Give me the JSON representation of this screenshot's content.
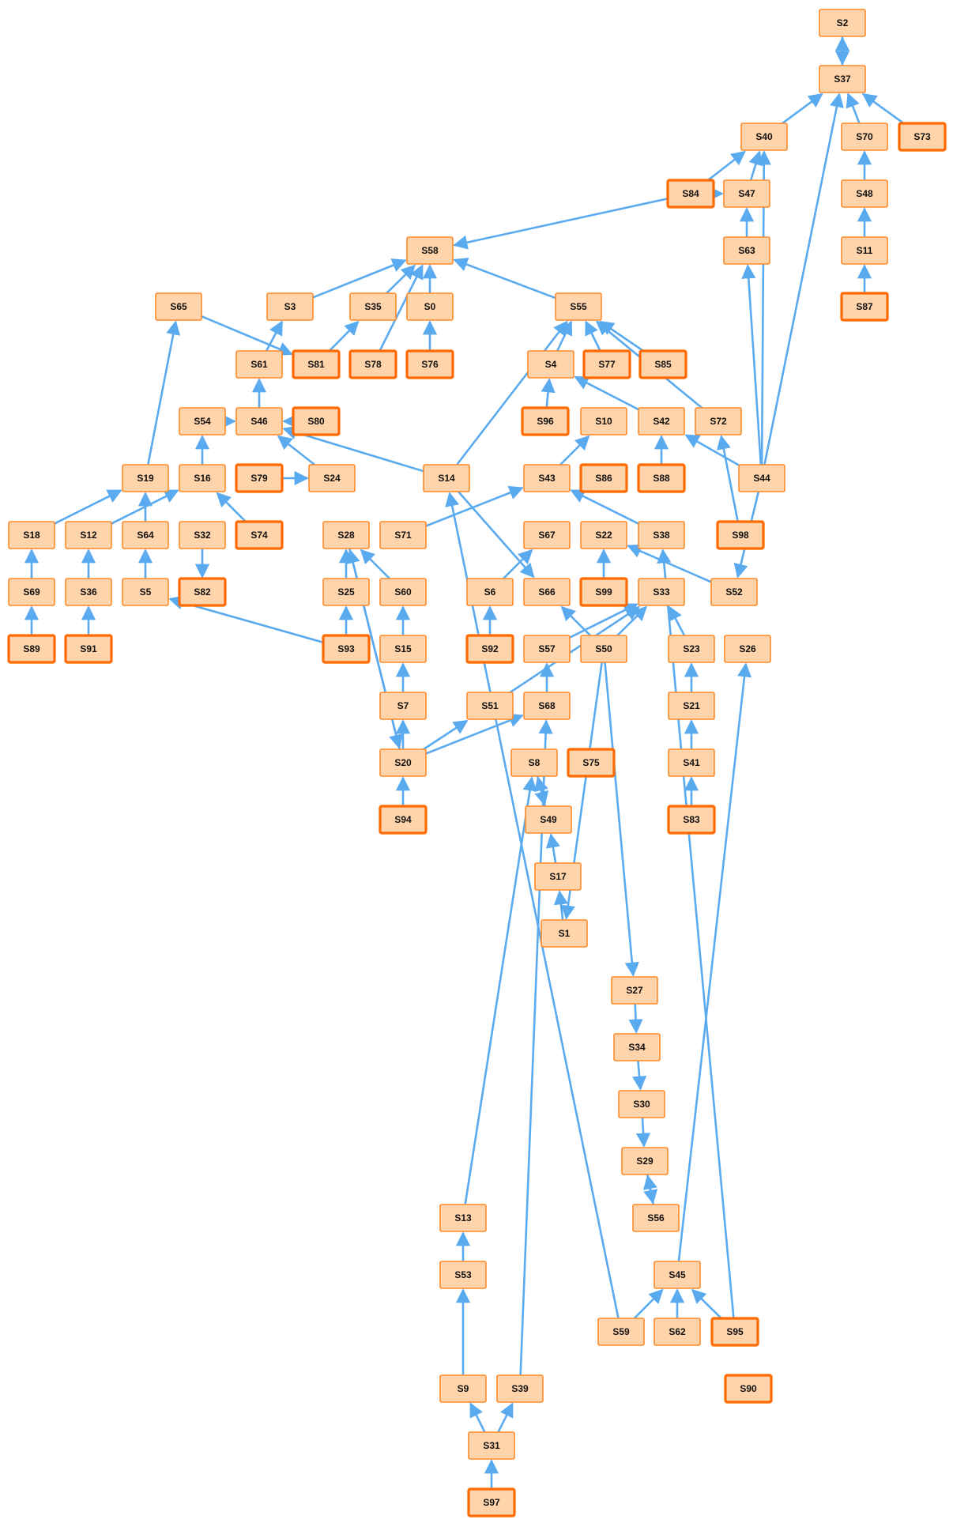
{
  "colors": {
    "node_fill": "#ffd4aa",
    "node_stroke": "#ff8a2a",
    "node_stroke_bold": "#ff6a00",
    "edge": "#5aaaf0"
  },
  "nodes": [
    {
      "id": "S0",
      "label": "S0",
      "bold": false
    },
    {
      "id": "S1",
      "label": "S1",
      "bold": false
    },
    {
      "id": "S2",
      "label": "S2",
      "bold": false
    },
    {
      "id": "S3",
      "label": "S3",
      "bold": false
    },
    {
      "id": "S4",
      "label": "S4",
      "bold": false
    },
    {
      "id": "S5",
      "label": "S5",
      "bold": false
    },
    {
      "id": "S6",
      "label": "S6",
      "bold": false
    },
    {
      "id": "S7",
      "label": "S7",
      "bold": false
    },
    {
      "id": "S8",
      "label": "S8",
      "bold": false
    },
    {
      "id": "S9",
      "label": "S9",
      "bold": false
    },
    {
      "id": "S10",
      "label": "S10",
      "bold": false
    },
    {
      "id": "S11",
      "label": "S11",
      "bold": false
    },
    {
      "id": "S12",
      "label": "S12",
      "bold": false
    },
    {
      "id": "S13",
      "label": "S13",
      "bold": false
    },
    {
      "id": "S14",
      "label": "S14",
      "bold": false
    },
    {
      "id": "S15",
      "label": "S15",
      "bold": false
    },
    {
      "id": "S16",
      "label": "S16",
      "bold": false
    },
    {
      "id": "S17",
      "label": "S17",
      "bold": false
    },
    {
      "id": "S18",
      "label": "S18",
      "bold": false
    },
    {
      "id": "S19",
      "label": "S19",
      "bold": false
    },
    {
      "id": "S20",
      "label": "S20",
      "bold": false
    },
    {
      "id": "S21",
      "label": "S21",
      "bold": false
    },
    {
      "id": "S22",
      "label": "S22",
      "bold": false
    },
    {
      "id": "S23",
      "label": "S23",
      "bold": false
    },
    {
      "id": "S24",
      "label": "S24",
      "bold": false
    },
    {
      "id": "S25",
      "label": "S25",
      "bold": false
    },
    {
      "id": "S26",
      "label": "S26",
      "bold": false
    },
    {
      "id": "S27",
      "label": "S27",
      "bold": false
    },
    {
      "id": "S28",
      "label": "S28",
      "bold": false
    },
    {
      "id": "S29",
      "label": "S29",
      "bold": false
    },
    {
      "id": "S30",
      "label": "S30",
      "bold": false
    },
    {
      "id": "S31",
      "label": "S31",
      "bold": false
    },
    {
      "id": "S32",
      "label": "S32",
      "bold": false
    },
    {
      "id": "S33",
      "label": "S33",
      "bold": false
    },
    {
      "id": "S34",
      "label": "S34",
      "bold": false
    },
    {
      "id": "S35",
      "label": "S35",
      "bold": false
    },
    {
      "id": "S36",
      "label": "S36",
      "bold": false
    },
    {
      "id": "S37",
      "label": "S37",
      "bold": false
    },
    {
      "id": "S38",
      "label": "S38",
      "bold": false
    },
    {
      "id": "S39",
      "label": "S39",
      "bold": false
    },
    {
      "id": "S40",
      "label": "S40",
      "bold": false
    },
    {
      "id": "S41",
      "label": "S41",
      "bold": false
    },
    {
      "id": "S42",
      "label": "S42",
      "bold": false
    },
    {
      "id": "S43",
      "label": "S43",
      "bold": false
    },
    {
      "id": "S44",
      "label": "S44",
      "bold": false
    },
    {
      "id": "S45",
      "label": "S45",
      "bold": false
    },
    {
      "id": "S46",
      "label": "S46",
      "bold": false
    },
    {
      "id": "S47",
      "label": "S47",
      "bold": false
    },
    {
      "id": "S48",
      "label": "S48",
      "bold": false
    },
    {
      "id": "S49",
      "label": "S49",
      "bold": false
    },
    {
      "id": "S50",
      "label": "S50",
      "bold": false
    },
    {
      "id": "S51",
      "label": "S51",
      "bold": false
    },
    {
      "id": "S52",
      "label": "S52",
      "bold": false
    },
    {
      "id": "S53",
      "label": "S53",
      "bold": false
    },
    {
      "id": "S54",
      "label": "S54",
      "bold": false
    },
    {
      "id": "S55",
      "label": "S55",
      "bold": false
    },
    {
      "id": "S56",
      "label": "S56",
      "bold": false
    },
    {
      "id": "S57",
      "label": "S57",
      "bold": false
    },
    {
      "id": "S58",
      "label": "S58",
      "bold": false
    },
    {
      "id": "S59",
      "label": "S59",
      "bold": false
    },
    {
      "id": "S60",
      "label": "S60",
      "bold": false
    },
    {
      "id": "S61",
      "label": "S61",
      "bold": false
    },
    {
      "id": "S62",
      "label": "S62",
      "bold": false
    },
    {
      "id": "S63",
      "label": "S63",
      "bold": false
    },
    {
      "id": "S64",
      "label": "S64",
      "bold": false
    },
    {
      "id": "S65",
      "label": "S65",
      "bold": false
    },
    {
      "id": "S66",
      "label": "S66",
      "bold": false
    },
    {
      "id": "S67",
      "label": "S67",
      "bold": false
    },
    {
      "id": "S68",
      "label": "S68",
      "bold": false
    },
    {
      "id": "S69",
      "label": "S69",
      "bold": false
    },
    {
      "id": "S70",
      "label": "S70",
      "bold": false
    },
    {
      "id": "S71",
      "label": "S71",
      "bold": false
    },
    {
      "id": "S72",
      "label": "S72",
      "bold": false
    },
    {
      "id": "S73",
      "label": "S73",
      "bold": true
    },
    {
      "id": "S74",
      "label": "S74",
      "bold": true
    },
    {
      "id": "S75",
      "label": "S75",
      "bold": true
    },
    {
      "id": "S76",
      "label": "S76",
      "bold": true
    },
    {
      "id": "S77",
      "label": "S77",
      "bold": true
    },
    {
      "id": "S78",
      "label": "S78",
      "bold": true
    },
    {
      "id": "S79",
      "label": "S79",
      "bold": true
    },
    {
      "id": "S80",
      "label": "S80",
      "bold": true
    },
    {
      "id": "S81",
      "label": "S81",
      "bold": true
    },
    {
      "id": "S82",
      "label": "S82",
      "bold": true
    },
    {
      "id": "S83",
      "label": "S83",
      "bold": true
    },
    {
      "id": "S84",
      "label": "S84",
      "bold": true
    },
    {
      "id": "S85",
      "label": "S85",
      "bold": true
    },
    {
      "id": "S86",
      "label": "S86",
      "bold": true
    },
    {
      "id": "S87",
      "label": "S87",
      "bold": true
    },
    {
      "id": "S88",
      "label": "S88",
      "bold": true
    },
    {
      "id": "S89",
      "label": "S89",
      "bold": true
    },
    {
      "id": "S90",
      "label": "S90",
      "bold": true
    },
    {
      "id": "S91",
      "label": "S91",
      "bold": true
    },
    {
      "id": "S92",
      "label": "S92",
      "bold": true
    },
    {
      "id": "S93",
      "label": "S93",
      "bold": true
    },
    {
      "id": "S94",
      "label": "S94",
      "bold": true
    },
    {
      "id": "S95",
      "label": "S95",
      "bold": true
    },
    {
      "id": "S96",
      "label": "S96",
      "bold": true
    },
    {
      "id": "S97",
      "label": "S97",
      "bold": true
    },
    {
      "id": "S98",
      "label": "S98",
      "bold": true
    },
    {
      "id": "S99",
      "label": "S99",
      "bold": true
    }
  ],
  "edges": [
    [
      "S2",
      "S37"
    ],
    [
      "S37",
      "S2"
    ],
    [
      "S40",
      "S37"
    ],
    [
      "S70",
      "S37"
    ],
    [
      "S73",
      "S37"
    ],
    [
      "S44",
      "S37"
    ],
    [
      "S84",
      "S40"
    ],
    [
      "S47",
      "S40"
    ],
    [
      "S44",
      "S40"
    ],
    [
      "S63",
      "S47"
    ],
    [
      "S84",
      "S47"
    ],
    [
      "S44",
      "S63"
    ],
    [
      "S48",
      "S70"
    ],
    [
      "S11",
      "S48"
    ],
    [
      "S87",
      "S11"
    ],
    [
      "S84",
      "S58"
    ],
    [
      "S3",
      "S58"
    ],
    [
      "S35",
      "S58"
    ],
    [
      "S0",
      "S58"
    ],
    [
      "S78",
      "S58"
    ],
    [
      "S55",
      "S58"
    ],
    [
      "S76",
      "S0"
    ],
    [
      "S81",
      "S35"
    ],
    [
      "S61",
      "S3"
    ],
    [
      "S46",
      "S61"
    ],
    [
      "S65",
      "S81"
    ],
    [
      "S4",
      "S55"
    ],
    [
      "S77",
      "S55"
    ],
    [
      "S85",
      "S55"
    ],
    [
      "S72",
      "S55"
    ],
    [
      "S14",
      "S55"
    ],
    [
      "S96",
      "S4"
    ],
    [
      "S42",
      "S4"
    ],
    [
      "S88",
      "S42"
    ],
    [
      "S44",
      "S42"
    ],
    [
      "S98",
      "S72"
    ],
    [
      "S44",
      "S52"
    ],
    [
      "S43",
      "S10"
    ],
    [
      "S38",
      "S43"
    ],
    [
      "S71",
      "S43"
    ],
    [
      "S99",
      "S22"
    ],
    [
      "S52",
      "S22"
    ],
    [
      "S24",
      "S46"
    ],
    [
      "S14",
      "S46"
    ],
    [
      "S54",
      "S46"
    ],
    [
      "S80",
      "S46"
    ],
    [
      "S79",
      "S24"
    ],
    [
      "S16",
      "S54"
    ],
    [
      "S74",
      "S16"
    ],
    [
      "S12",
      "S16"
    ],
    [
      "S32",
      "S82"
    ],
    [
      "S19",
      "S65"
    ],
    [
      "S18",
      "S19"
    ],
    [
      "S64",
      "S19"
    ],
    [
      "S69",
      "S18"
    ],
    [
      "S89",
      "S69"
    ],
    [
      "S36",
      "S12"
    ],
    [
      "S91",
      "S36"
    ],
    [
      "S5",
      "S64"
    ],
    [
      "S93",
      "S5"
    ],
    [
      "S93",
      "S25"
    ],
    [
      "S25",
      "S28"
    ],
    [
      "S60",
      "S28"
    ],
    [
      "S20",
      "S28"
    ],
    [
      "S28",
      "S20"
    ],
    [
      "S15",
      "S60"
    ],
    [
      "S7",
      "S15"
    ],
    [
      "S20",
      "S7"
    ],
    [
      "S94",
      "S20"
    ],
    [
      "S20",
      "S51"
    ],
    [
      "S20",
      "S68"
    ],
    [
      "S92",
      "S6"
    ],
    [
      "S6",
      "S67"
    ],
    [
      "S14",
      "S66"
    ],
    [
      "S50",
      "S66"
    ],
    [
      "S59",
      "S14"
    ],
    [
      "S51",
      "S33"
    ],
    [
      "S57",
      "S33"
    ],
    [
      "S50",
      "S33"
    ],
    [
      "S23",
      "S33"
    ],
    [
      "S68",
      "S57"
    ],
    [
      "S95",
      "S38"
    ],
    [
      "S41",
      "S21"
    ],
    [
      "S21",
      "S23"
    ],
    [
      "S83",
      "S41"
    ],
    [
      "S45",
      "S26"
    ],
    [
      "S95",
      "S45"
    ],
    [
      "S59",
      "S45"
    ],
    [
      "S62",
      "S45"
    ],
    [
      "S29",
      "S56"
    ],
    [
      "S56",
      "S29"
    ],
    [
      "S30",
      "S29"
    ],
    [
      "S34",
      "S30"
    ],
    [
      "S27",
      "S34"
    ],
    [
      "S50",
      "S27"
    ],
    [
      "S17",
      "S49"
    ],
    [
      "S49",
      "S8"
    ],
    [
      "S8",
      "S49"
    ],
    [
      "S1",
      "S17"
    ],
    [
      "S50",
      "S1"
    ],
    [
      "S13",
      "S8"
    ],
    [
      "S53",
      "S13"
    ],
    [
      "S9",
      "S53"
    ],
    [
      "S31",
      "S9"
    ],
    [
      "S31",
      "S39"
    ],
    [
      "S39",
      "S68"
    ],
    [
      "S97",
      "S31"
    ]
  ]
}
